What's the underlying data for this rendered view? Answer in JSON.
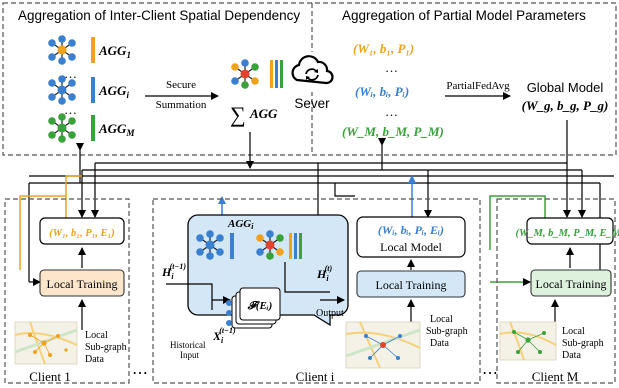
{
  "colors": {
    "orange": "#f0a21e",
    "blue": "#3a7fd0",
    "green": "#3aa23a",
    "red": "#e0442e",
    "light_blue_panel": "#d3e7f7",
    "light_orange_box": "#fbe6cc",
    "light_green_box": "#ddf1dc"
  },
  "top_left": {
    "title": "Aggregation of Inter-Client Spatial Dependency",
    "agg_labels": [
      "AGG",
      "AGG",
      "AGG"
    ],
    "agg_subscripts": [
      "1",
      "i",
      "M"
    ],
    "dots": "…",
    "arrow_label_1": "Secure",
    "arrow_label_2": "Summation",
    "sum_symbol": "∑",
    "sum_label": "AGG"
  },
  "server": {
    "label": "Sever",
    "icon": "cloud-sync-icon"
  },
  "top_right": {
    "title": "Aggregation of Partial Model Parameters",
    "params": [
      {
        "text": "(W₁, b₁, P₁)",
        "color": "#f0a21e"
      },
      {
        "text": "(Wᵢ, bᵢ, Pᵢ)",
        "color": "#3a7fd0"
      },
      {
        "text": "(W_M, b_M, P_M)",
        "color": "#3aa23a"
      }
    ],
    "dots": "…",
    "arrow_label": "PartialFedAvg",
    "global_title": "Global Model",
    "global_params": "(W_g, b_g, P_g)"
  },
  "clients": {
    "client1": {
      "name": "Client 1",
      "params": "(W₁, b₁, P₁, E₁)",
      "training": "Local Training",
      "data_label": [
        "Local",
        "Sub-graph",
        "Data"
      ]
    },
    "clienti": {
      "name": "Client i",
      "agg_label": "AGG",
      "agg_sub": "i",
      "h_in": "H",
      "h_in_sub": "i",
      "h_in_sup": "(t−1)",
      "h_out": "H",
      "h_out_sub": "i",
      "h_out_sup": "(t)",
      "x_label": "X",
      "x_sub": "i",
      "x_sup": "(t−1)",
      "f_label": "𝓕(Eᵢ)",
      "output_label": "Output",
      "historical_label_1": "Historical",
      "historical_label_2": "Input",
      "params": "(Wᵢ, bᵢ, Pᵢ, Eᵢ)",
      "model": "Local Model",
      "training": "Local Training",
      "data_label": [
        "Local",
        "Sub-graph",
        "Data"
      ]
    },
    "clientM": {
      "name": "Client M",
      "params": "(W_M, b_M, P_M, E_M)",
      "training": "Local Training",
      "data_label": [
        "Local",
        "Sub-graph",
        "Data"
      ]
    },
    "ellipsis": "⋯"
  }
}
